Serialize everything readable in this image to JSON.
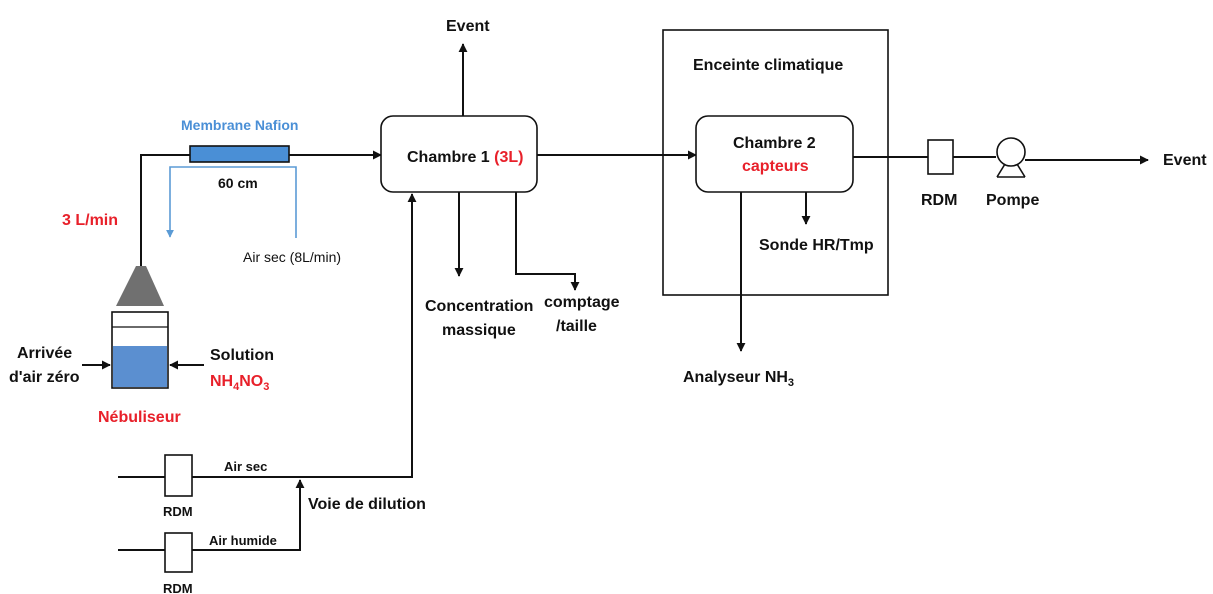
{
  "colors": {
    "accent_red": "#e8202a",
    "membrane_blue": "#4a8fd6",
    "liquid_blue": "#5b8fd0",
    "nebulizer_grey": "#707070",
    "line": "#111111"
  },
  "labels": {
    "event_top": "Event",
    "event_right": "Event",
    "membrane": "Membrane Nafion",
    "length": "60 cm",
    "flow": "3 L/min",
    "dry_air_flow": "Air sec (8L/min)",
    "arrivee_line1": "Arrivée",
    "arrivee_line2": "d'air zéro",
    "solution": "Solution",
    "formula": {
      "nh": "NH",
      "sub1": "4",
      "no": "NO",
      "sub2": "3"
    },
    "nebuliseur": "Nébuliseur",
    "chamber1": "Chambre 1",
    "chamber1_volume": "(3L)",
    "concentration_line1": "Concentration",
    "concentration_line2": "massique",
    "comptage_line1": "comptage",
    "comptage_line2": "/taille",
    "enclosure": "Enceinte climatique",
    "chamber2": "Chambre 2",
    "chamber2_sub": "capteurs",
    "sonde": "Sonde HR/Tmp",
    "analyseur": "Analyseur NH",
    "analyseur_sub": "3",
    "rdm_right": "RDM",
    "pompe": "Pompe",
    "rdm_1": "RDM",
    "rdm_2": "RDM",
    "air_sec": "Air sec",
    "air_humide": "Air humide",
    "dilution": "Voie de dilution"
  }
}
